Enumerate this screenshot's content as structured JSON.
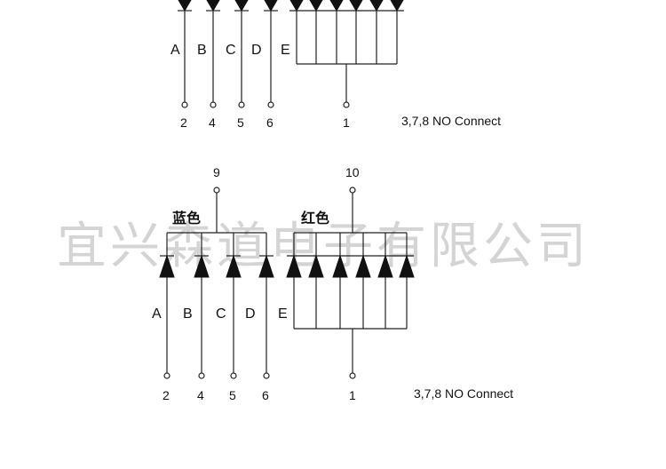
{
  "watermark": "宜兴森道电子有限公司",
  "top_circuit": {
    "segments": [
      "A",
      "B",
      "C",
      "D",
      "E"
    ],
    "pins": [
      "2",
      "4",
      "5",
      "6"
    ],
    "common_pin": "1",
    "note": "3,7,8 NO Connect"
  },
  "bottom_circuit": {
    "left_group_label": "蓝色",
    "right_group_label": "红色",
    "left_common_pin": "9",
    "right_common_pin": "10",
    "segments": [
      "A",
      "B",
      "C",
      "D",
      "E"
    ],
    "pins": [
      "2",
      "4",
      "5",
      "6"
    ],
    "common_pin": "1",
    "note": "3,7,8 NO Connect"
  }
}
